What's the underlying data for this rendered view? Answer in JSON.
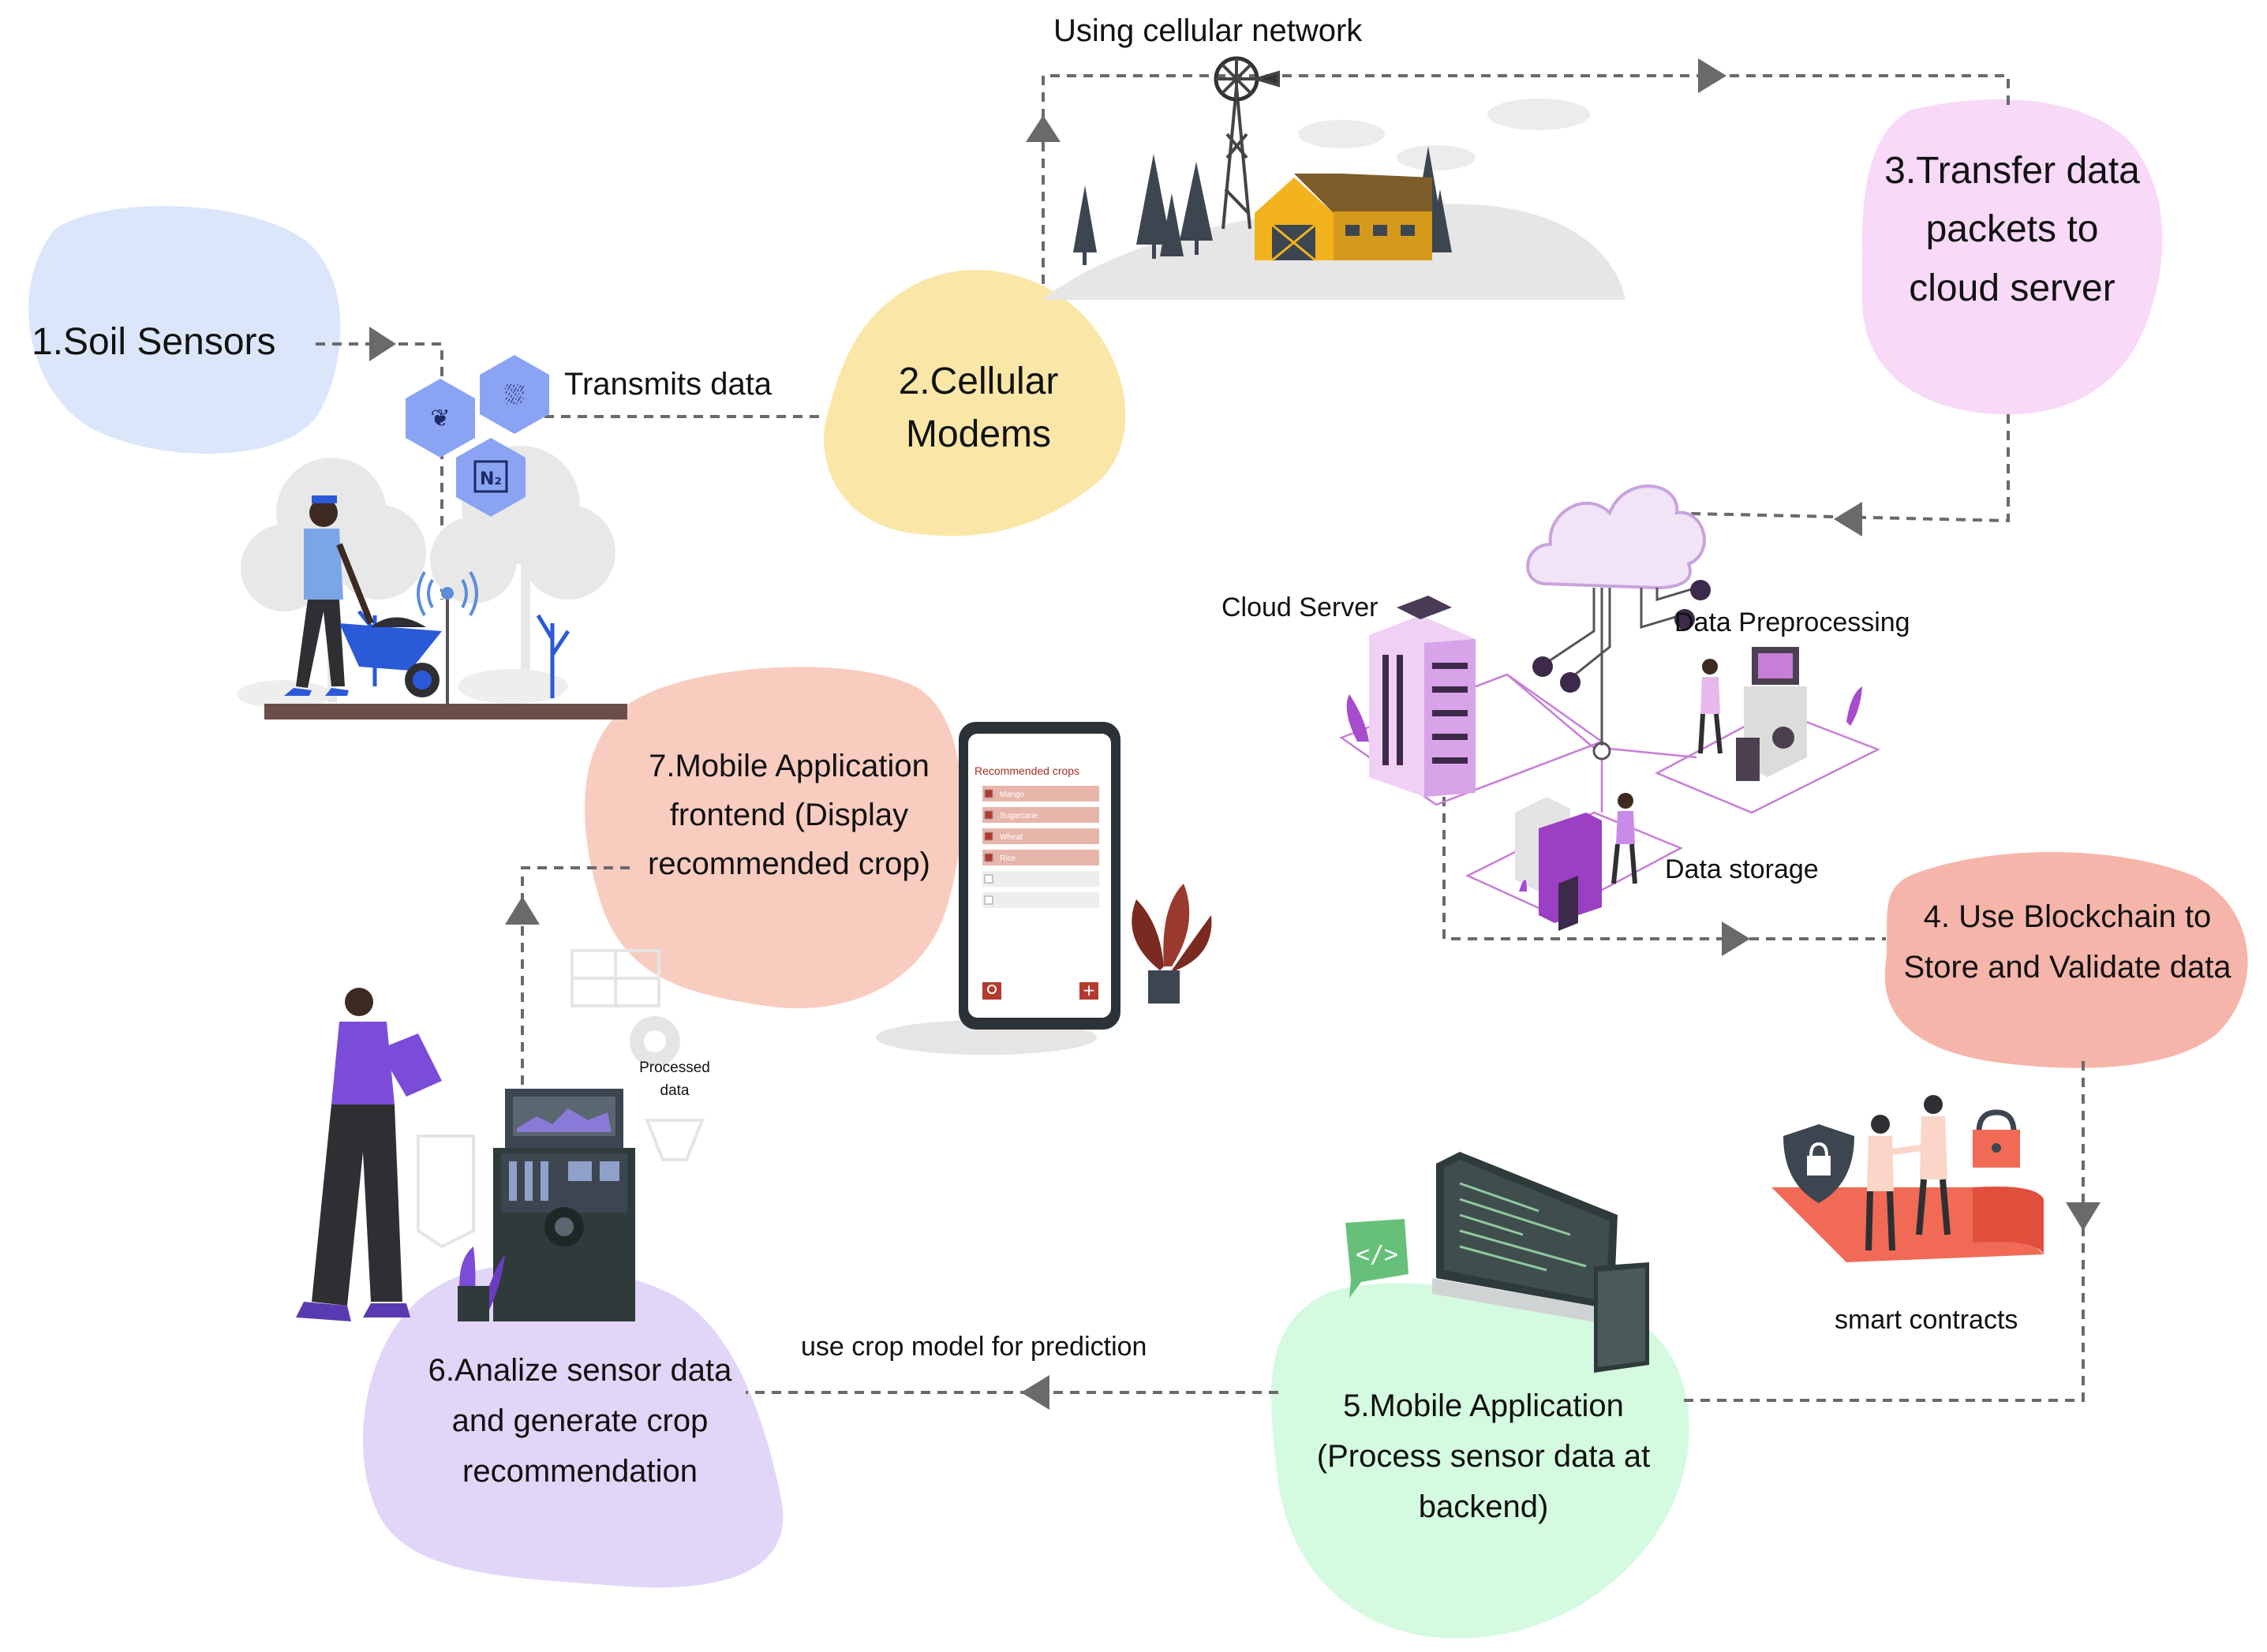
{
  "steps": {
    "s1": "1.Soil Sensors",
    "s2": "2.Cellular Modems",
    "s3": "3.Transfer data packets to cloud server",
    "s4": "4. Use Blockchain to Store and Validate data",
    "s5": "5.Mobile Application (Process sensor data at backend)",
    "s6": "6.Analize sensor data and generate crop recommendation",
    "s7": "7.Mobile Application frontend (Display recommended crop)"
  },
  "labels": {
    "transmits": "Transmits data",
    "cellular_network": "Using cellular network",
    "cloud_server": "Cloud Server",
    "preprocessing": "Data Preprocessing",
    "storage": "Data storage",
    "smart_contracts": "smart contracts",
    "crop_model": "use crop model for prediction",
    "processed": "Processed data"
  },
  "phone": {
    "header": "Recommended crops",
    "crops": [
      "Mango",
      "Sugarcane",
      "Wheat",
      "Rice"
    ]
  },
  "colors": {
    "blob1": "#dce6fa",
    "blob2": "#fae7a8",
    "blob3": "#f8d9f8",
    "blob4": "#f6b5aa",
    "blob5": "#d4fadf",
    "blob6": "#e1d6f8",
    "blob7": "#f9ccc0",
    "arrow": "#666666"
  }
}
